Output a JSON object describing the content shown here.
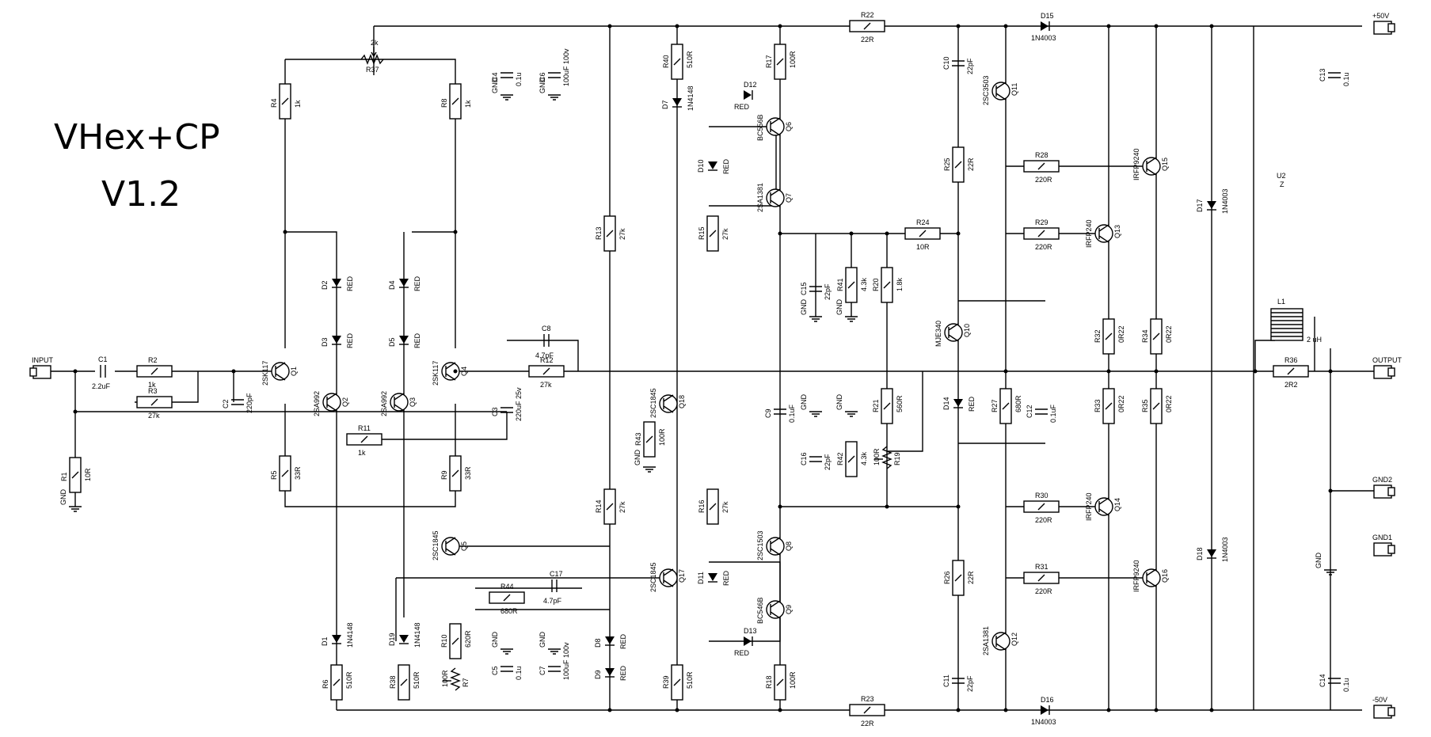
{
  "title": {
    "line1": "VHex+CP",
    "line2": "V1.2"
  },
  "connectors": {
    "input": "INPUT",
    "output": "OUTPUT",
    "pos": "+50V",
    "neg": "-50V",
    "gnd1": "GND1",
    "gnd2": "GND2",
    "gnd": "GND"
  },
  "resistors": [
    {
      "ref": "R1",
      "val": "10R"
    },
    {
      "ref": "R2",
      "val": "1k"
    },
    {
      "ref": "R3",
      "val": "27k"
    },
    {
      "ref": "R4",
      "val": "1k"
    },
    {
      "ref": "R5",
      "val": "33R"
    },
    {
      "ref": "R6",
      "val": "510R"
    },
    {
      "ref": "R8",
      "val": "1k"
    },
    {
      "ref": "R9",
      "val": "33R"
    },
    {
      "ref": "R10",
      "val": "620R"
    },
    {
      "ref": "R11",
      "val": "1k"
    },
    {
      "ref": "R12",
      "val": "27k"
    },
    {
      "ref": "R13",
      "val": "27k"
    },
    {
      "ref": "R14",
      "val": "27k"
    },
    {
      "ref": "R15",
      "val": "27k"
    },
    {
      "ref": "R16",
      "val": "27k"
    },
    {
      "ref": "R17",
      "val": "100R"
    },
    {
      "ref": "R18",
      "val": "100R"
    },
    {
      "ref": "R20",
      "val": "1.8k"
    },
    {
      "ref": "R21",
      "val": "560R"
    },
    {
      "ref": "R22",
      "val": "22R"
    },
    {
      "ref": "R23",
      "val": "22R"
    },
    {
      "ref": "R24",
      "val": "10R"
    },
    {
      "ref": "R25",
      "val": "22R"
    },
    {
      "ref": "R26",
      "val": "22R"
    },
    {
      "ref": "R27",
      "val": "680R"
    },
    {
      "ref": "R28",
      "val": "220R"
    },
    {
      "ref": "R29",
      "val": "220R"
    },
    {
      "ref": "R30",
      "val": "220R"
    },
    {
      "ref": "R31",
      "val": "220R"
    },
    {
      "ref": "R32",
      "val": "0R22"
    },
    {
      "ref": "R33",
      "val": "0R22"
    },
    {
      "ref": "R34",
      "val": "0R22"
    },
    {
      "ref": "R35",
      "val": "0R22"
    },
    {
      "ref": "R36",
      "val": "2R2"
    },
    {
      "ref": "R38",
      "val": "510R"
    },
    {
      "ref": "R39",
      "val": "510R"
    },
    {
      "ref": "R40",
      "val": "510R"
    },
    {
      "ref": "R41",
      "val": "4.3k"
    },
    {
      "ref": "R42",
      "val": "4.3k"
    },
    {
      "ref": "R43",
      "val": "100R"
    },
    {
      "ref": "R44",
      "val": "680R"
    }
  ],
  "pots": [
    {
      "ref": "R37",
      "val": "2k"
    },
    {
      "ref": "R7",
      "val": "100R"
    },
    {
      "ref": "R19",
      "val": "100R"
    }
  ],
  "capacitors": [
    {
      "ref": "C1",
      "val": "2.2uF"
    },
    {
      "ref": "C2",
      "val": "220pF"
    },
    {
      "ref": "C3",
      "val": "220uF 25v"
    },
    {
      "ref": "C4",
      "val": "0.1u"
    },
    {
      "ref": "C5",
      "val": "0.1u"
    },
    {
      "ref": "C6",
      "val": "100uF 100v"
    },
    {
      "ref": "C7",
      "val": "100uF 100v"
    },
    {
      "ref": "C8",
      "val": "4.7pF"
    },
    {
      "ref": "C9",
      "val": "0.1uF"
    },
    {
      "ref": "C10",
      "val": "22pF"
    },
    {
      "ref": "C11",
      "val": "22pF"
    },
    {
      "ref": "C12",
      "val": "0.1uF"
    },
    {
      "ref": "C13",
      "val": "0.1u"
    },
    {
      "ref": "C14",
      "val": "0.1u"
    },
    {
      "ref": "C15",
      "val": "22pF"
    },
    {
      "ref": "C16",
      "val": "22pF"
    },
    {
      "ref": "C17",
      "val": "4.7pF"
    }
  ],
  "transistors": [
    {
      "ref": "Q1",
      "type": "2SK117"
    },
    {
      "ref": "Q2",
      "type": "2SA992"
    },
    {
      "ref": "Q3",
      "type": "2SA992"
    },
    {
      "ref": "Q4",
      "type": "2SK117"
    },
    {
      "ref": "Q5",
      "type": "2SC1845"
    },
    {
      "ref": "Q6",
      "type": "BC556B"
    },
    {
      "ref": "Q7",
      "type": "2SA1381"
    },
    {
      "ref": "Q8",
      "type": "2SC1503"
    },
    {
      "ref": "Q9",
      "type": "BC546B"
    },
    {
      "ref": "Q10",
      "type": "MJE340"
    },
    {
      "ref": "Q11",
      "type": "2SC3503"
    },
    {
      "ref": "Q12",
      "type": "2SA1381"
    },
    {
      "ref": "Q13",
      "type": "IRFP240"
    },
    {
      "ref": "Q14",
      "type": "IRFP240"
    },
    {
      "ref": "Q15",
      "type": "IRFP9240"
    },
    {
      "ref": "Q16",
      "type": "IRFP9240"
    },
    {
      "ref": "Q17",
      "type": "2SC1845"
    },
    {
      "ref": "Q18",
      "type": "2SC1845"
    }
  ],
  "diodes": [
    {
      "ref": "D1",
      "val": "1N4148"
    },
    {
      "ref": "D2",
      "val": "RED"
    },
    {
      "ref": "D3",
      "val": "RED"
    },
    {
      "ref": "D4",
      "val": "RED"
    },
    {
      "ref": "D5",
      "val": "RED"
    },
    {
      "ref": "D7",
      "val": "1N4148"
    },
    {
      "ref": "D8",
      "val": "RED"
    },
    {
      "ref": "D9",
      "val": "RED"
    },
    {
      "ref": "D10",
      "val": "RED"
    },
    {
      "ref": "D11",
      "val": "RED"
    },
    {
      "ref": "D12",
      "val": "RED"
    },
    {
      "ref": "D13",
      "val": "RED"
    },
    {
      "ref": "D14",
      "val": "RED"
    },
    {
      "ref": "D15",
      "val": "1N4003"
    },
    {
      "ref": "D16",
      "val": "1N4003"
    },
    {
      "ref": "D17",
      "val": "1N4003"
    },
    {
      "ref": "D18",
      "val": "1N4003"
    },
    {
      "ref": "D19",
      "val": "1N4148"
    }
  ],
  "inductor": {
    "ref": "L1",
    "val": "2 uH"
  },
  "misc": {
    "u2_ref": "U2",
    "u2_val": "Z"
  }
}
